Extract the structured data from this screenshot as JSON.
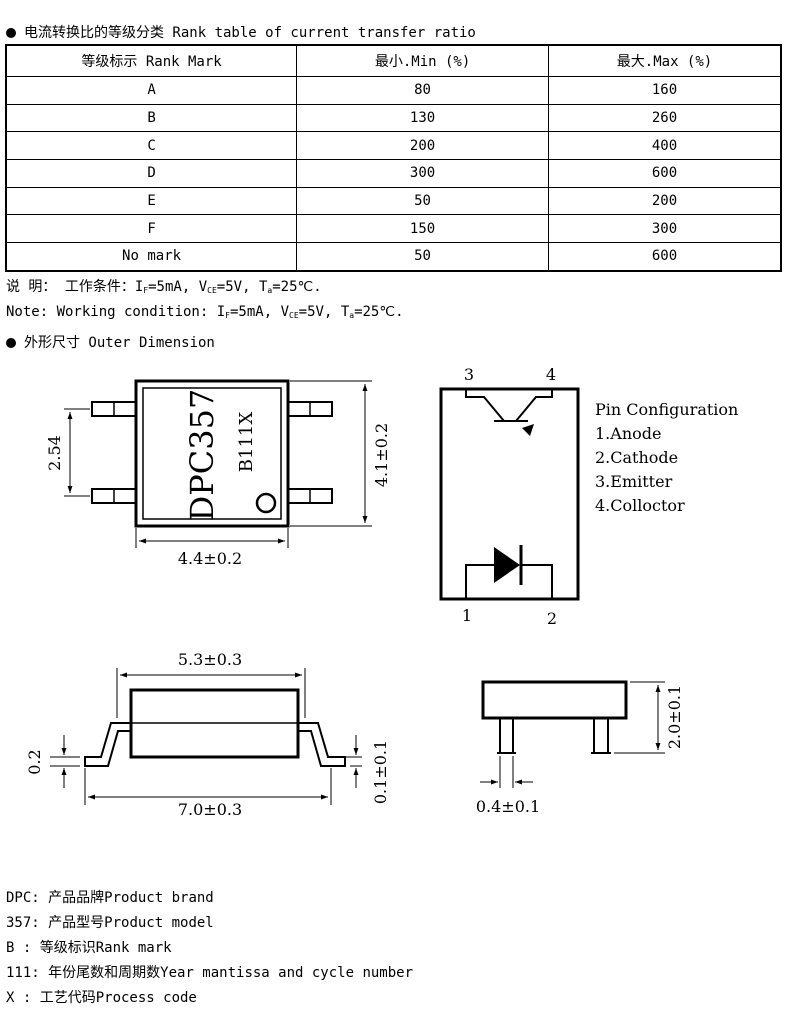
{
  "rank_section": {
    "title": "电流转换比的等级分类 Rank table of current transfer ratio",
    "headers": [
      "等级标示 Rank Mark",
      "最小.Min (%)",
      "最大.Max (%)"
    ],
    "rows": [
      [
        "A",
        "80",
        "160"
      ],
      [
        "B",
        "130",
        "260"
      ],
      [
        "C",
        "200",
        "400"
      ],
      [
        "D",
        "300",
        "600"
      ],
      [
        "E",
        "50",
        "200"
      ],
      [
        "F",
        "150",
        "300"
      ],
      [
        "No mark",
        "50",
        "600"
      ]
    ]
  },
  "notes": {
    "cn_prefix": "说 明：  工作条件：",
    "en_prefix": "Note: Working condition: ",
    "if_label": "I",
    "if_sub": "F",
    "if_val": "=5mA,",
    "vce_label": "V",
    "vce_sub": "CE",
    "vce_val": "=5V,",
    "ta_label": "T",
    "ta_sub": "a",
    "ta_val": "=25℃."
  },
  "dimension_section": {
    "title": "外形尺寸 Outer Dimension"
  },
  "top_view": {
    "marking_line1": "DPC357",
    "marking_line2": "B111X",
    "dim_pitch": "2.54",
    "dim_width": "4.4±0.2",
    "dim_height": "4.1±0.2"
  },
  "schematic": {
    "pin3": "3",
    "pin4": "4",
    "pin1": "1",
    "pin2": "2"
  },
  "pin_config": {
    "title": "Pin Configuration",
    "items": [
      "1.Anode",
      "2.Cathode",
      "3.Emitter",
      "4.Colloctor"
    ]
  },
  "side_view": {
    "dim_body": "5.3±0.3",
    "dim_total": "7.0±0.3",
    "dim_lead": "0.2",
    "dim_standoff": "0.1±0.1"
  },
  "end_view": {
    "dim_height": "2.0±0.1",
    "dim_lead_width": "0.4±0.1"
  },
  "legend": [
    {
      "key": "DPC: ",
      "desc": "产品品牌Product brand"
    },
    {
      "key": "357: ",
      "desc": "产品型号Product model"
    },
    {
      "key": "B  : ",
      "desc": "等级标识Rank mark"
    },
    {
      "key": "111: ",
      "desc": "年份尾数和周期数Year mantissa and cycle number"
    },
    {
      "key": "X  : ",
      "desc": "工艺代码Process code"
    }
  ]
}
